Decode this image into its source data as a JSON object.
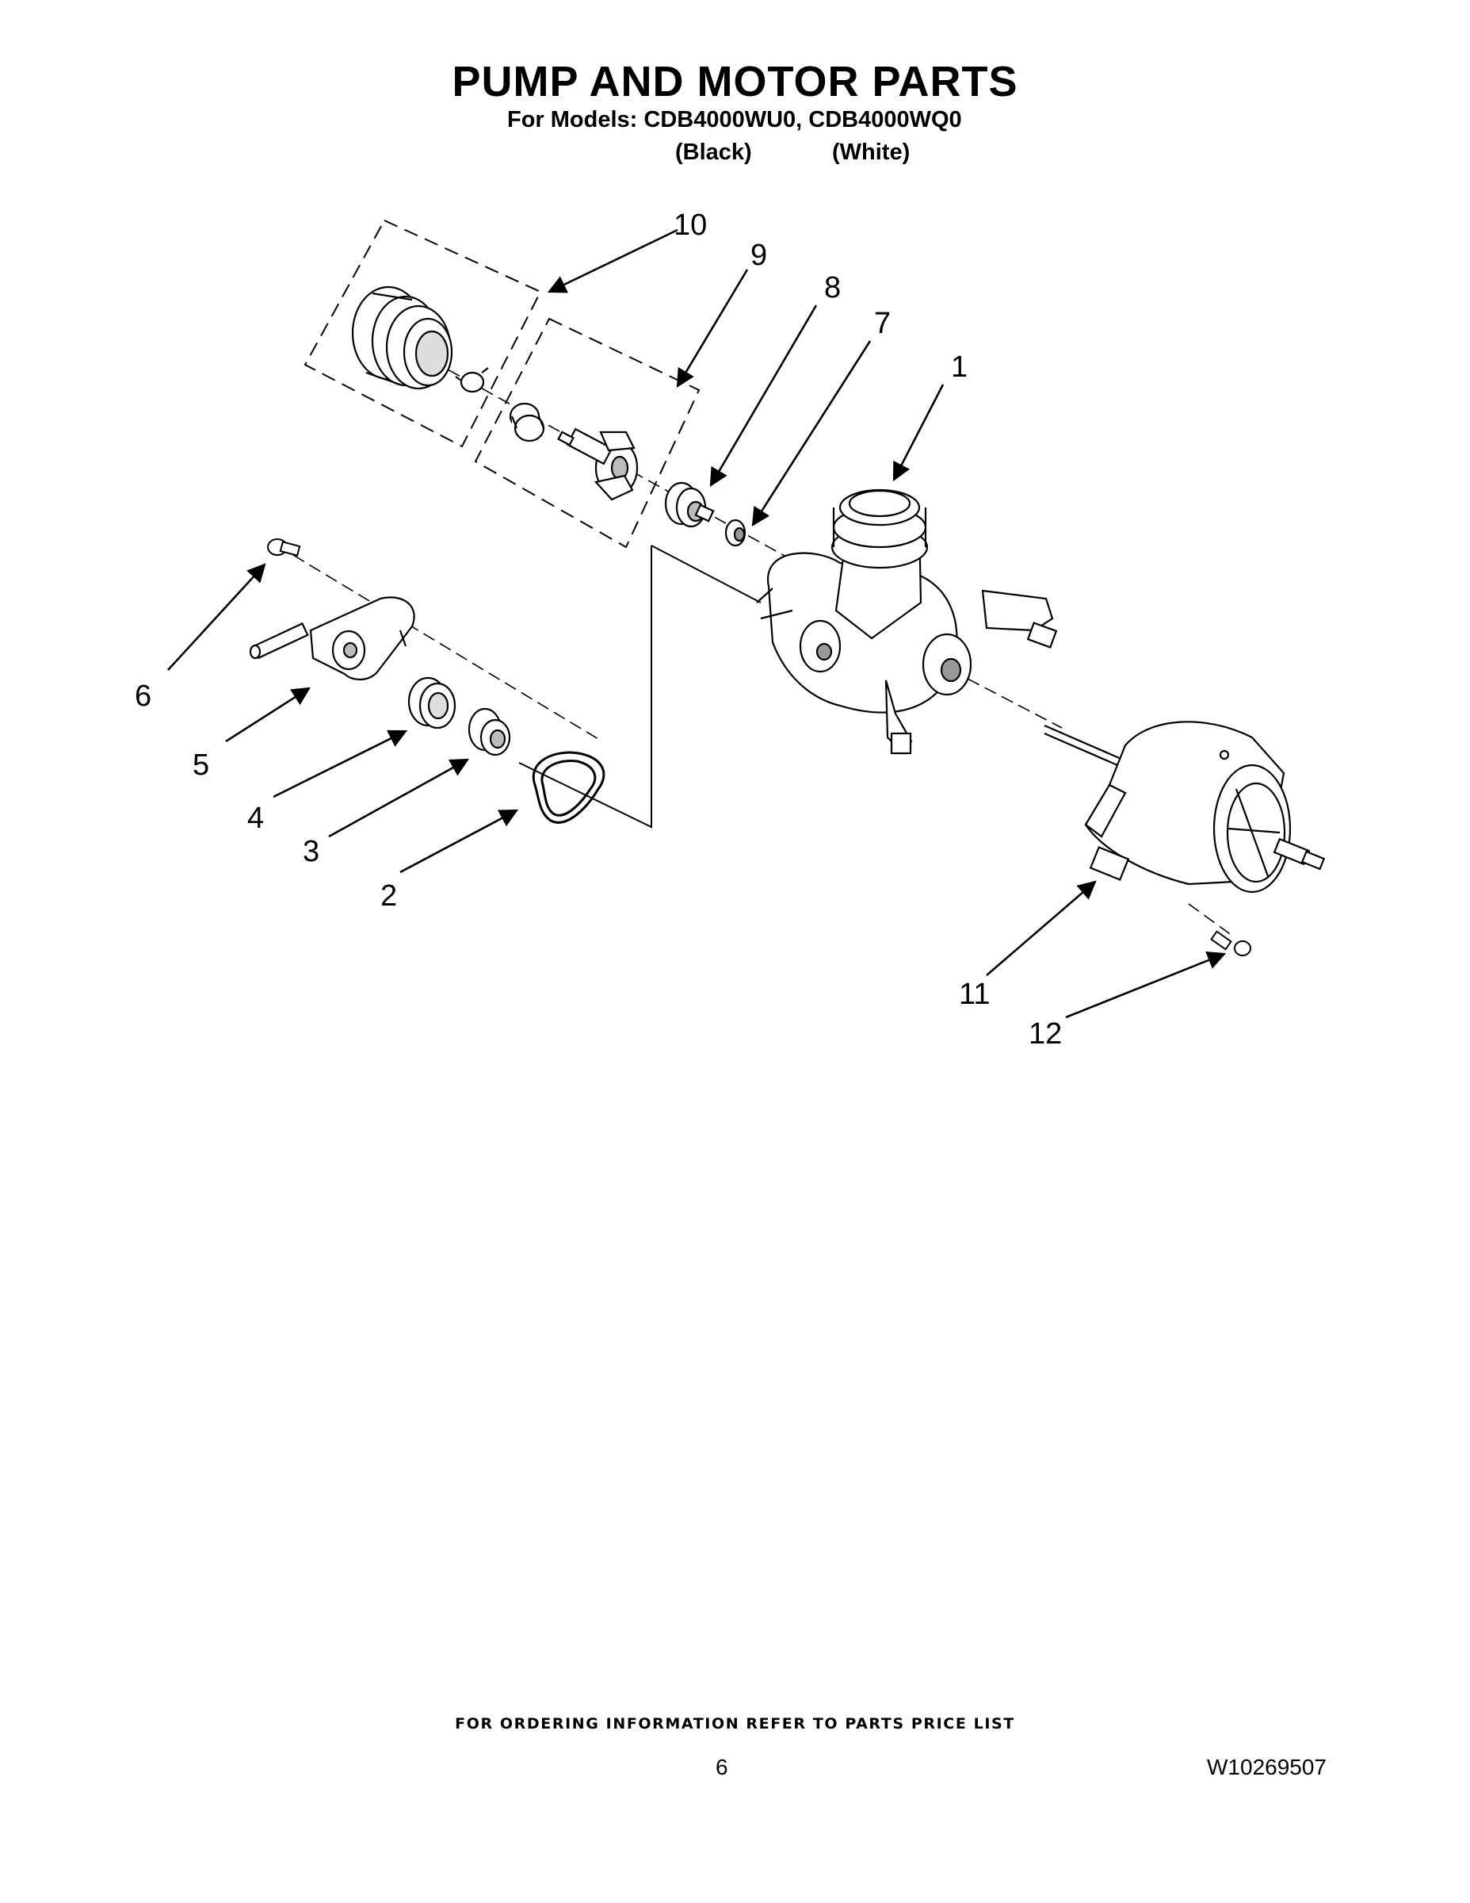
{
  "header": {
    "title": "PUMP AND MOTOR PARTS",
    "subtitle": "For Models: CDB4000WU0, CDB4000WQ0",
    "variant_black": "(Black)",
    "variant_white": "(White)"
  },
  "callouts": [
    "1",
    "2",
    "3",
    "4",
    "5",
    "6",
    "7",
    "8",
    "9",
    "10",
    "11",
    "12"
  ],
  "footer": {
    "ordering_note": "FOR ORDERING INFORMATION REFER TO PARTS PRICE LIST",
    "page_number": "6",
    "doc_number": "W10269507"
  }
}
